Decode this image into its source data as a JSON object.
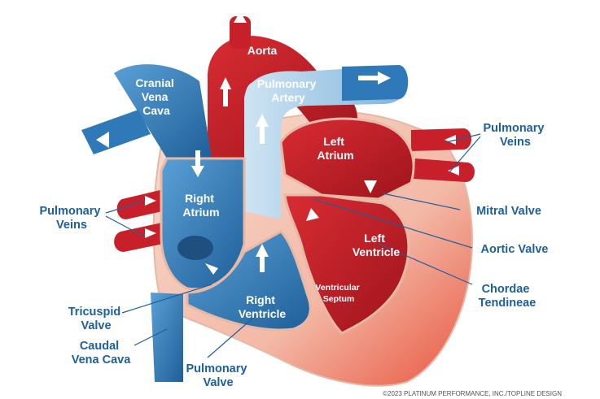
{
  "labels": {
    "aorta": "Aorta",
    "cranial_vena_cava": [
      "Cranial",
      "Vena",
      "Cava"
    ],
    "pulmonary_artery": [
      "Pulmonary",
      "Artery"
    ],
    "left_atrium": [
      "Left",
      "Atrium"
    ],
    "right_atrium": [
      "Right",
      "Atrium"
    ],
    "left_ventricle": [
      "Left",
      "Ventricle"
    ],
    "right_ventricle": [
      "Right",
      "Ventricle"
    ],
    "ventricular_septum": [
      "Ventricular",
      "Septum"
    ],
    "pulmonary_veins_right": [
      "Pulmonary",
      "Veins"
    ],
    "pulmonary_veins_left": [
      "Pulmonary",
      "Veins"
    ],
    "mitral_valve": "Mitral Valve",
    "aortic_valve": "Aortic Valve",
    "chordae_tendineae": [
      "Chordae",
      "Tendineae"
    ],
    "tricuspid_valve": [
      "Tricuspid",
      "Valve"
    ],
    "caudal_vena_cava": [
      "Caudal",
      "Vena Cava"
    ],
    "pulmonary_valve": [
      "Pulmonary",
      "Valve"
    ]
  },
  "credit": "©2023 PLATINUM PERFORMANCE, INC./TOPLINE DESIGN",
  "colors": {
    "oxygenated_red": "#c8202a",
    "deoxygenated_blue": "#2f79b8",
    "label_blue": "#1d5f9e",
    "heart_muscle": "#f2c7b6"
  }
}
